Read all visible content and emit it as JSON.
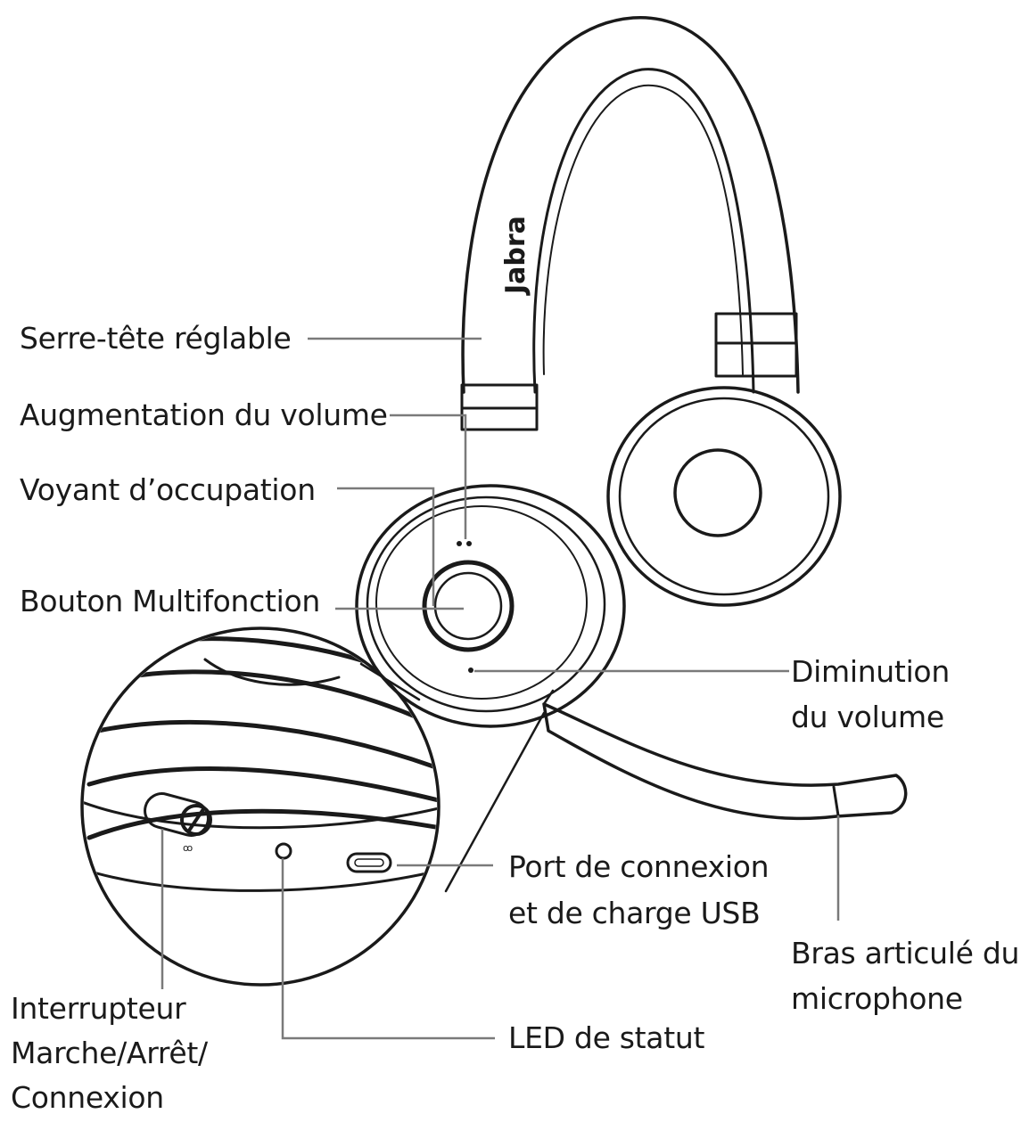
{
  "labels": {
    "headband": "Serre-tête réglable",
    "volume_up": "Augmentation du volume",
    "busy_light": "Voyant d’occupation",
    "multifunction": "Bouton Multifonction",
    "volume_down_1": "Diminution",
    "volume_down_2": "du volume",
    "usb_1": "Port de connexion",
    "usb_2": "et de charge USB",
    "mic_arm_1": "Bras articulé du",
    "mic_arm_2": "microphone",
    "switch_1": "Interrupteur",
    "switch_2": "Marche/Arrêt/",
    "switch_3": "Connexion",
    "status_led": "LED de statut"
  },
  "brand": "Jabra",
  "switch_mark": "ꝏ"
}
